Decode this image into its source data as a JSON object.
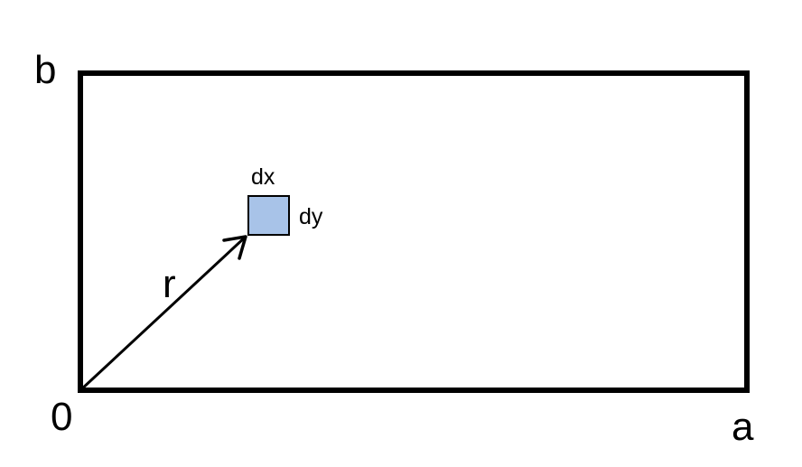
{
  "labels": {
    "origin": "0",
    "corner_a": "a",
    "corner_b": "b",
    "vector": "r",
    "element_width": "dx",
    "element_height": "dy"
  },
  "colors": {
    "outline": "#000000",
    "element_fill": "#a8c3e8",
    "element_stroke": "#000000"
  }
}
